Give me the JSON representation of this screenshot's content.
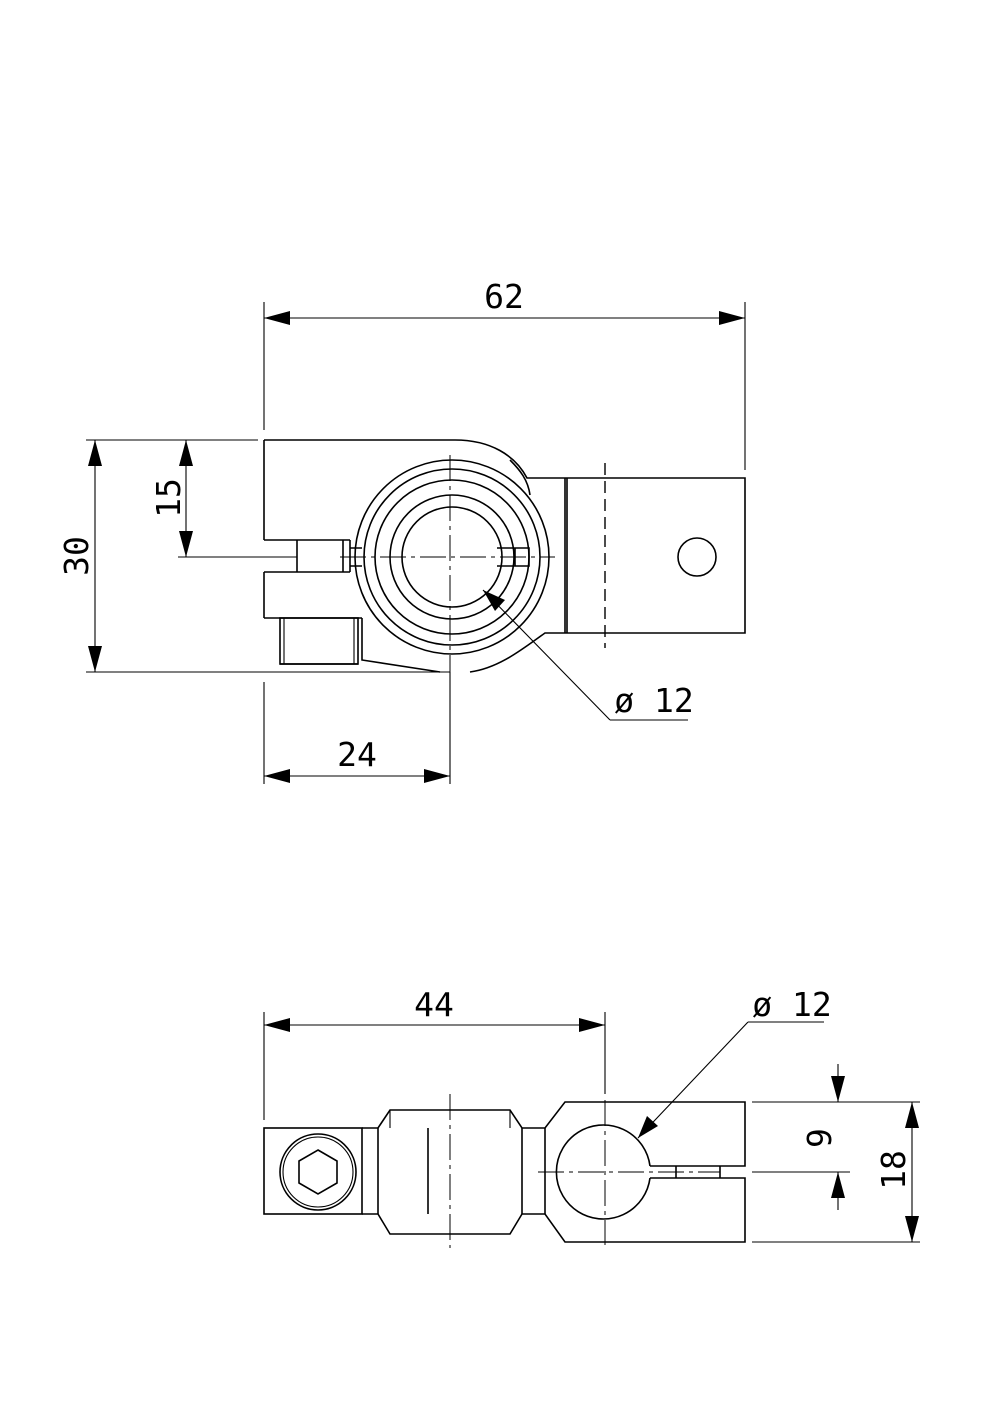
{
  "top_view": {
    "dim_width": "62",
    "dim_height": "30",
    "dim_half_height": "15",
    "dim_center": "24",
    "dim_bore": "ø 12"
  },
  "bottom_view": {
    "dim_length": "44",
    "dim_bore": "ø 12",
    "dim_half_height": "9",
    "dim_height": "18"
  }
}
